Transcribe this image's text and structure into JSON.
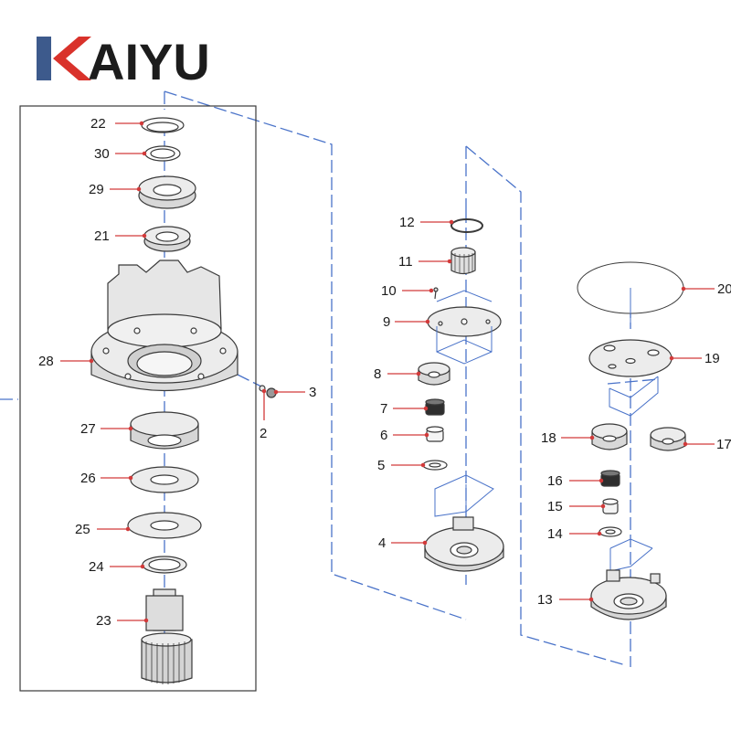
{
  "brand": {
    "name": "KAIYU",
    "name_rest": "AIYU",
    "mark_color": "#d9322b",
    "mark_color2": "#3d5a8c",
    "text_color": "#1c1c1c"
  },
  "colors": {
    "leader": "#d23a3a",
    "dash": "#4a73c9",
    "part_stroke": "#3a3a3a"
  },
  "callouts": [
    {
      "id": "22",
      "label": "22"
    },
    {
      "id": "30",
      "label": "30"
    },
    {
      "id": "29",
      "label": "29"
    },
    {
      "id": "21",
      "label": "21"
    },
    {
      "id": "28",
      "label": "28"
    },
    {
      "id": "27",
      "label": "27"
    },
    {
      "id": "26",
      "label": "26"
    },
    {
      "id": "25",
      "label": "25"
    },
    {
      "id": "24",
      "label": "24"
    },
    {
      "id": "23",
      "label": "23"
    },
    {
      "id": "3",
      "label": "3"
    },
    {
      "id": "2",
      "label": "2"
    },
    {
      "id": "12",
      "label": "12"
    },
    {
      "id": "11",
      "label": "11"
    },
    {
      "id": "10",
      "label": "10"
    },
    {
      "id": "9",
      "label": "9"
    },
    {
      "id": "8",
      "label": "8"
    },
    {
      "id": "7",
      "label": "7"
    },
    {
      "id": "6",
      "label": "6"
    },
    {
      "id": "5",
      "label": "5"
    },
    {
      "id": "4",
      "label": "4"
    },
    {
      "id": "20",
      "label": "20"
    },
    {
      "id": "19",
      "label": "19"
    },
    {
      "id": "18",
      "label": "18"
    },
    {
      "id": "17",
      "label": "17"
    },
    {
      "id": "16",
      "label": "16"
    },
    {
      "id": "15",
      "label": "15"
    },
    {
      "id": "14",
      "label": "14"
    },
    {
      "id": "13",
      "label": "13"
    }
  ]
}
